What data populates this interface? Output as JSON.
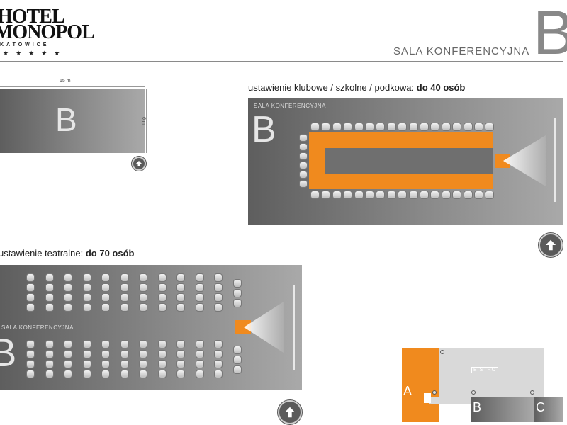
{
  "logo": {
    "line1": "HOTEL",
    "line2": "MONOPOL",
    "city": "KATOWICE",
    "stars": "★★★★★"
  },
  "header": {
    "title": "SALA KONFERENCYJNA",
    "letter": "B"
  },
  "small_plan": {
    "letter": "B",
    "width_label": "15 m",
    "height_label": "6 m"
  },
  "setup_club": {
    "caption_prefix": "ustawienie klubowe / szkolne / podkowa: ",
    "caption_bold": "do 40 osób",
    "room_label": "SALA KONFERENCYJNA",
    "letter": "B"
  },
  "setup_theatre": {
    "caption_prefix": "ustawienie teatralne: ",
    "caption_bold": "do 70 osób",
    "room_label": "SALA KONFERENCYJNA",
    "letter": "B"
  },
  "floor_plan": {
    "label_a": "A",
    "label_b": "B",
    "label_c": "C",
    "bistro": "BISTRO",
    "colors": {
      "orange": "#f08a1e",
      "gray": "#d9d9d9",
      "room_gradient_start": "#5e5e5e",
      "room_gradient_end": "#a9a9a9"
    }
  },
  "icons": {
    "arrow": "arrow-up-icon"
  }
}
